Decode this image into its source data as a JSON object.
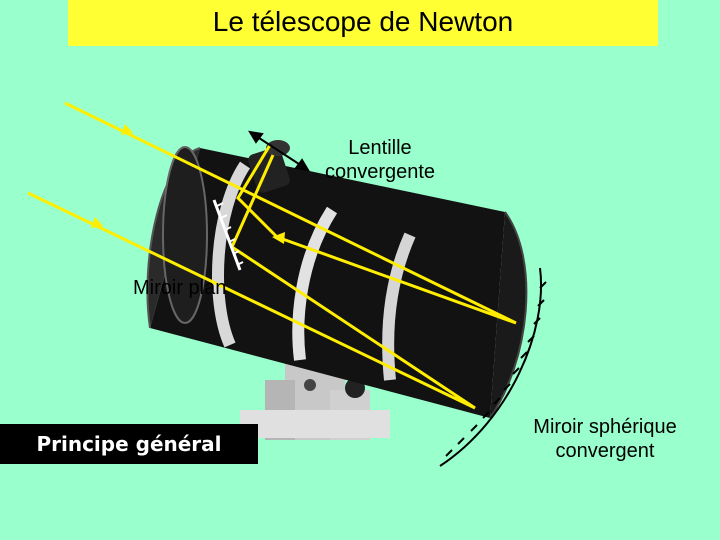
{
  "title": "Le télescope de Newton",
  "labels": {
    "lentille_line1": "Lentille",
    "lentille_line2": "convergente",
    "miroir_plan": "Miroir plan",
    "miroir_spherique_line1": "Miroir sphérique",
    "miroir_spherique_line2": "convergent"
  },
  "caption": "Principe général",
  "colors": {
    "background": "#99ffcc",
    "title_box": "#ffff33",
    "rays": "#ffee00",
    "telescope_tube": "#111111"
  },
  "icons": [
    "double-arrow-icon",
    "mirror-hatch-icon"
  ]
}
